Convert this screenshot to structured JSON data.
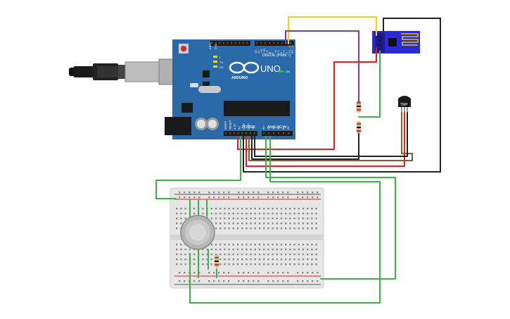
{
  "board": {
    "brand": "ARDUINO",
    "model": "UNO",
    "digital_label": "DIGITAL (PWM ~)",
    "power_label": "POWER",
    "analog_label": "ANALOG IN",
    "aref_label": "AREF",
    "gnd_label": "GND",
    "tx_label": "TX",
    "rx_label": "RX",
    "l_label": "L",
    "on_label": "ON",
    "power_pins": [
      "IOREF",
      "RESET",
      "3.3V",
      "5V",
      "GND",
      "GND",
      "Vin"
    ],
    "analog_pins": [
      "A0",
      "A1",
      "A2",
      "A3",
      "A4",
      "A5"
    ],
    "digital_pins": [
      "13",
      "12",
      "~11",
      "~10",
      "~9",
      "8",
      "7",
      "~6",
      "~5",
      "4",
      "~3",
      "2",
      "TX→1",
      "RX←0"
    ]
  },
  "sensor": {
    "label": "TMP"
  },
  "colors": {
    "board": "#2a6aa8",
    "wire_red": "#e02020",
    "wire_black": "#222222",
    "wire_green": "#3cb44b",
    "wire_yellow": "#f2d600",
    "wire_purple": "#7b3fa0",
    "wire_brown": "#8b5a2b",
    "esp": "#2b2bd6",
    "breadboard": "#e6e6e6"
  },
  "icons": {
    "usb": "usb-cable-icon",
    "wifi": "esp8266-module-icon",
    "temp": "temperature-sensor-icon",
    "gas": "gas-sensor-icon"
  }
}
